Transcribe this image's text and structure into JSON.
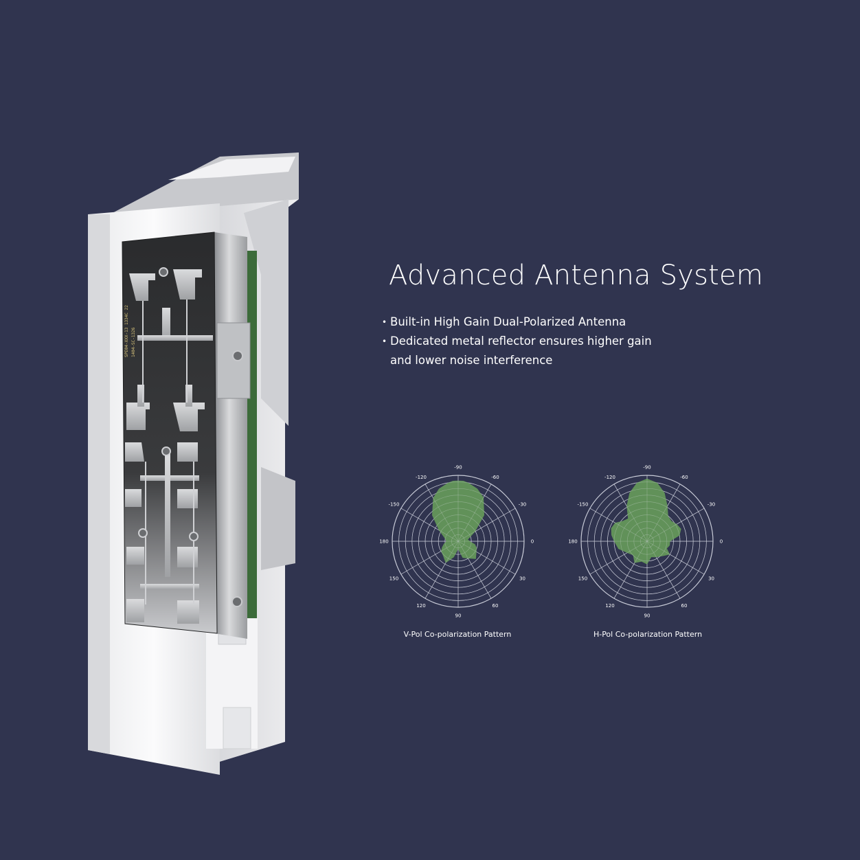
{
  "title": "Advanced Antenna System",
  "bullets": [
    "Built-in High Gain Dual-Polarized Antenna",
    "Dedicated metal reflector ensures higher gain and lower noise interference"
  ],
  "board_text": [
    "SPE04-XXX-13 1334C 22",
    "1404-SC-1326"
  ],
  "colors": {
    "background": "#30344f",
    "pattern_fill": "#66995a",
    "grid": "#c9ccd8",
    "text": "#ffffff"
  },
  "chart_data": [
    {
      "type": "polar-area",
      "caption": "V-Pol Co-polarization Pattern",
      "angle_labels": [
        {
          "angle": -90,
          "label": "-90"
        },
        {
          "angle": -60,
          "label": "-60"
        },
        {
          "angle": -30,
          "label": "-30"
        },
        {
          "angle": 0,
          "label": "0"
        },
        {
          "angle": 30,
          "label": "30"
        },
        {
          "angle": 60,
          "label": "60"
        },
        {
          "angle": 90,
          "label": "90"
        },
        {
          "angle": 120,
          "label": "120"
        },
        {
          "angle": 150,
          "label": "150"
        },
        {
          "angle": 180,
          "label": "180"
        },
        {
          "angle": -150,
          "label": "-150"
        },
        {
          "angle": -120,
          "label": "-120"
        }
      ],
      "rings": 10,
      "spokes": 12,
      "radial_max": 1.0,
      "pattern": {
        "angles": [
          -180,
          -165,
          -150,
          -135,
          -120,
          -110,
          -100,
          -95,
          -90,
          -85,
          -80,
          -70,
          -60,
          -45,
          -30,
          -20,
          -10,
          0,
          10,
          20,
          30,
          45,
          60,
          75,
          90,
          105,
          120,
          135,
          150,
          160,
          170
        ],
        "values": [
          0.18,
          0.22,
          0.34,
          0.56,
          0.76,
          0.85,
          0.9,
          0.92,
          0.92,
          0.92,
          0.9,
          0.85,
          0.77,
          0.56,
          0.3,
          0.2,
          0.15,
          0.18,
          0.26,
          0.3,
          0.32,
          0.38,
          0.3,
          0.26,
          0.12,
          0.25,
          0.38,
          0.32,
          0.3,
          0.26,
          0.22
        ]
      }
    },
    {
      "type": "polar-area",
      "caption": "H-Pol Co-polarization Pattern",
      "angle_labels": [
        {
          "angle": -90,
          "label": "-90"
        },
        {
          "angle": -60,
          "label": "-60"
        },
        {
          "angle": -30,
          "label": "-30"
        },
        {
          "angle": 0,
          "label": "0"
        },
        {
          "angle": 30,
          "label": "30"
        },
        {
          "angle": 60,
          "label": "60"
        },
        {
          "angle": 90,
          "label": "90"
        },
        {
          "angle": 120,
          "label": "120"
        },
        {
          "angle": 150,
          "label": "150"
        },
        {
          "angle": 180,
          "label": "180"
        },
        {
          "angle": -150,
          "label": "-150"
        },
        {
          "angle": -120,
          "label": "-120"
        }
      ],
      "rings": 10,
      "spokes": 12,
      "radial_max": 1.0,
      "pattern": {
        "angles": [
          -180,
          -170,
          -160,
          -150,
          -140,
          -130,
          -120,
          -110,
          -100,
          -90,
          -80,
          -70,
          -60,
          -50,
          -40,
          -30,
          -20,
          -10,
          0,
          10,
          20,
          30,
          45,
          60,
          75,
          90,
          105,
          120,
          135,
          150,
          165
        ],
        "values": [
          0.5,
          0.55,
          0.58,
          0.56,
          0.48,
          0.45,
          0.62,
          0.78,
          0.9,
          0.95,
          0.9,
          0.78,
          0.62,
          0.5,
          0.48,
          0.52,
          0.55,
          0.5,
          0.35,
          0.35,
          0.32,
          0.4,
          0.32,
          0.28,
          0.25,
          0.35,
          0.32,
          0.38,
          0.3,
          0.35,
          0.45
        ]
      }
    }
  ]
}
